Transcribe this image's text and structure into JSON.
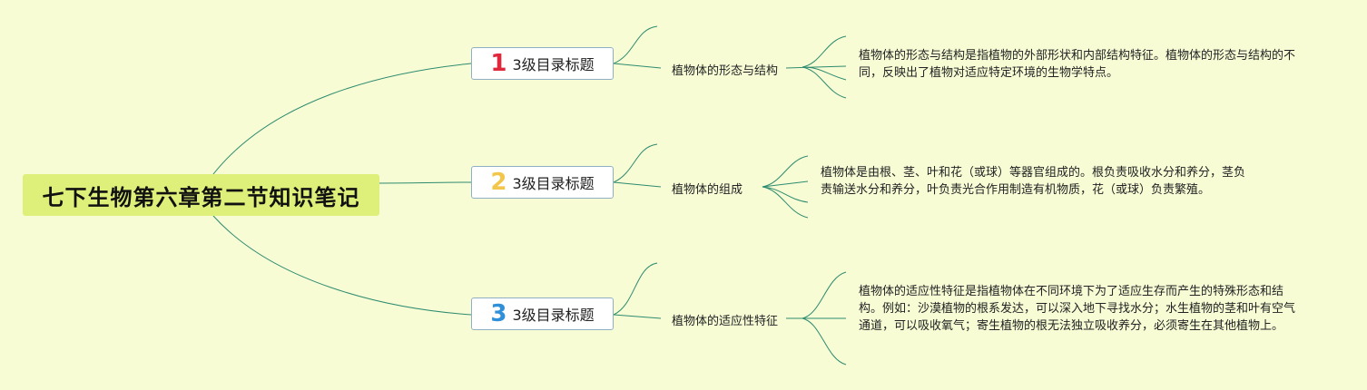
{
  "root": {
    "title": "七下生物第六章第二节知识笔记"
  },
  "branches": [
    {
      "number": "1",
      "number_color": "#e0283c",
      "label": "3级目录标题",
      "topic": "植物体的形态与结构",
      "note": "植物体的形态与结构是指植物的外部形状和内部结构特征。植物体的形态与结构的不同，反映出了植物对适应特定环境的生物学特点。"
    },
    {
      "number": "2",
      "number_color": "#f2c64a",
      "label": "3级目录标题",
      "topic": "植物体的组成",
      "note": "植物体是由根、茎、叶和花（或球）等器官组成的。根负责吸收水分和养分，茎负责输送水分和养分，叶负责光合作用制造有机物质，花（或球）负责繁殖。"
    },
    {
      "number": "3",
      "number_color": "#2f8fd8",
      "label": "3级目录标题",
      "topic": "植物体的适应性特征",
      "note": "植物体的适应性特征是指植物体在不同环境下为了适应生存而产生的特殊形态和结构。例如：沙漠植物的根系发达，可以深入地下寻找水分；水生植物的茎和叶有空气通道，可以吸收氧气；寄生植物的根无法独立吸收养分，必须寄生在其他植物上。"
    }
  ],
  "colors": {
    "background": "#f7fcd5",
    "root": "#dff07a",
    "link": "#2e8b6e"
  }
}
